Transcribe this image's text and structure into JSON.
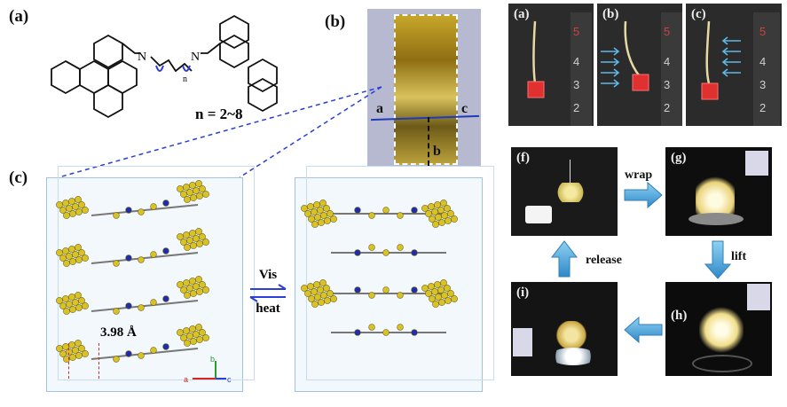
{
  "panel_a": {
    "label": "(a)",
    "n_label": "n",
    "n_range": "n = 2~8",
    "atom_N": "N"
  },
  "panel_b": {
    "label": "(b)",
    "axis_a": "a",
    "axis_b": "b",
    "axis_c": "c"
  },
  "panel_c": {
    "label": "(c)",
    "distance": "3.98 Å",
    "forward": "Vis",
    "backward": "heat",
    "axes": {
      "a": "a",
      "b": "b",
      "c": "c"
    }
  },
  "photos_top": [
    {
      "label": "(a)"
    },
    {
      "label": "(b)"
    },
    {
      "label": "(c)"
    }
  ],
  "ruler_numbers": [
    "5",
    "4",
    "3",
    "2"
  ],
  "photos_bottom": [
    {
      "label": "(f)"
    },
    {
      "label": "(g)"
    },
    {
      "label": "(h)"
    },
    {
      "label": "(i)"
    }
  ],
  "actions": {
    "wrap": "wrap",
    "lift": "lift",
    "release": "release"
  },
  "colors": {
    "carbon": "#d9c227",
    "nitrogen": "#1f2ea8",
    "box": "#9fc3e0",
    "arrow_blue": "#3b8fd0",
    "blue_line": "#1f3bb8"
  }
}
